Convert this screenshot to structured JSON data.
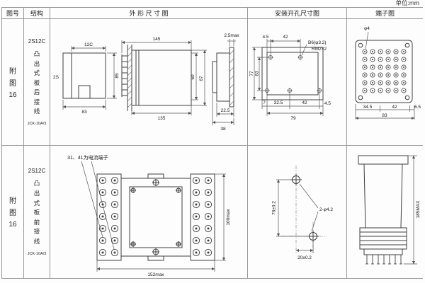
{
  "unit_note": "单位:mm",
  "headers": {
    "fig": "图号",
    "structure": "结构",
    "outline": "外 形 尺 寸 图",
    "install": "安装开孔尺寸图",
    "terminal": "端子图"
  },
  "row1": {
    "fig_label": "附图",
    "fig_num": "16",
    "model": "2S12C",
    "mount": "凸出式板后接线",
    "code": "JCK-10A/3",
    "outline": {
      "code_top": "12C",
      "code_left": "2S",
      "width": "83",
      "height": "85",
      "depth_total": "145",
      "depth_case": "135",
      "height_inner": "60",
      "height_outer": "67",
      "panel_max": "2.5max",
      "front_depth": "22.5",
      "front_total": "38"
    },
    "install": {
      "offset_top": "4.5",
      "pitch_top": "42",
      "hole_spec": "B6(φ3.2)",
      "thread_spec": "RM2×2",
      "height_outer": "77",
      "height_inner": "63",
      "offset_left": "7",
      "pitch_b1": "32.5",
      "pitch_b2": "42",
      "offset_right": "4.5",
      "width_total": "79"
    },
    "terminal": {
      "hole_spec": "φ4",
      "pitch_1": "34.5",
      "pitch_2": "42",
      "pitch_3": "6.5",
      "width_total": "83"
    }
  },
  "row2": {
    "fig_label": "附图",
    "fig_num": "16",
    "model": "2S12C",
    "mount": "凸出式板前接线",
    "code": "JCK-10A/3",
    "outline": {
      "note": "31、41为电流端子",
      "height": "100max",
      "width": "152max"
    },
    "install": {
      "pitch_v": "76±0.2",
      "hole_spec": "2-φ4.2",
      "pitch_h": "20±0.2"
    },
    "terminal": {
      "height": "185MAX"
    }
  }
}
